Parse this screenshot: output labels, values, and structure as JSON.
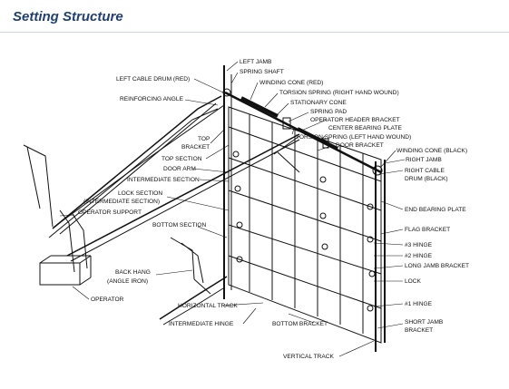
{
  "header": {
    "title": "Setting Structure"
  },
  "diagram": {
    "labels": {
      "left_jamb": "LEFT JAMB",
      "spring_shaft": "SPRING SHAFT",
      "left_cable_drum": "LEFT CABLE DRUM (RED)",
      "winding_cone_red": "WINDING CONE (RED)",
      "torsion_spring_right": "TORSION SPRING (RIGHT HAND WOUND)",
      "reinforcing_angle": "REINFORCING ANGLE",
      "stationary_cone": "STATIONARY CONE",
      "spring_pad": "SPRING PAD",
      "operator_header_bracket": "OPERATOR HEADER BRACKET",
      "center_bearing_plate": "CENTER BEARING PLATE",
      "torsion_spring_left": "TORSION SPRING (LEFT HAND WOUND)",
      "top_bracket_1": "TOP",
      "top_bracket_2": "BRACKET",
      "door_bracket": "DOOR BRACKET",
      "winding_cone_black": "WINDING CONE (BLACK)",
      "top_section": "TOP SECTION",
      "right_jamb": "RIGHT JAMB",
      "right_cable_drum_1": "RIGHT CABLE",
      "right_cable_drum_2": "DRUM (BLACK)",
      "door_arm": "DOOR ARM",
      "intermediate_section": "INTERMEDIATE SECTION",
      "end_bearing_plate": "END BEARING PLATE",
      "lock_section_1": "LOCK SECTION",
      "lock_section_2": "(INTERMEDIATE SECTION)",
      "operator_support": "OPERATOR SUPPORT",
      "flag_bracket": "FLAG BRACKET",
      "bottom_section": "BOTTOM SECTION",
      "hinge_3": "#3 HINGE",
      "hinge_2": "#2 HINGE",
      "long_jamb_bracket": "LONG JAMB BRACKET",
      "back_hang_1": "BACK HANG",
      "back_hang_2": "(ANGLE IRON)",
      "lock": "LOCK",
      "operator": "OPERATOR",
      "horizontal_track": "HORIZONTAL TRACK",
      "hinge_1": "#1 HINGE",
      "intermediate_hinge": "INTERMEDIATE HINGE",
      "bottom_bracket": "BOTTOM BRACKET",
      "short_jamb_bracket_1": "SHORT JAMB",
      "short_jamb_bracket_2": "BRACKET",
      "vertical_track": "VERTICAL TRACK"
    }
  }
}
